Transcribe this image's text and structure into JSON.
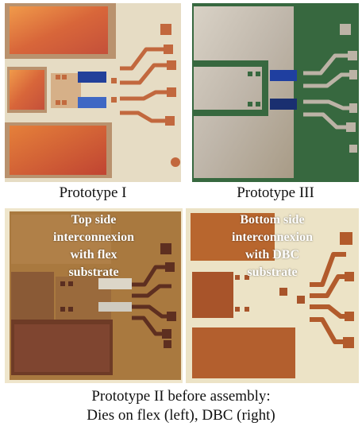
{
  "captions": {
    "prototype_1": "Prototype I",
    "prototype_3": "Prototype III",
    "prototype_2_line1": "Prototype II before assembly:",
    "prototype_2_line2": "Dies on flex (left), DBC (right)"
  },
  "overlays": {
    "flex": {
      "line1": "Top side",
      "line2": "interconnexion",
      "line3": "with flex",
      "line4": "substrate"
    },
    "dbc": {
      "line1": "Bottom side",
      "line2": "interconnexion",
      "line3": "with DBC",
      "line4": "substrate"
    }
  },
  "colors": {
    "copper_bright": "#e07a3a",
    "ceramic": "#e8e0c8",
    "green_substrate": "#3c6e45",
    "flex_brown": "#a97a42",
    "die_blue": "#1f3fa0"
  }
}
